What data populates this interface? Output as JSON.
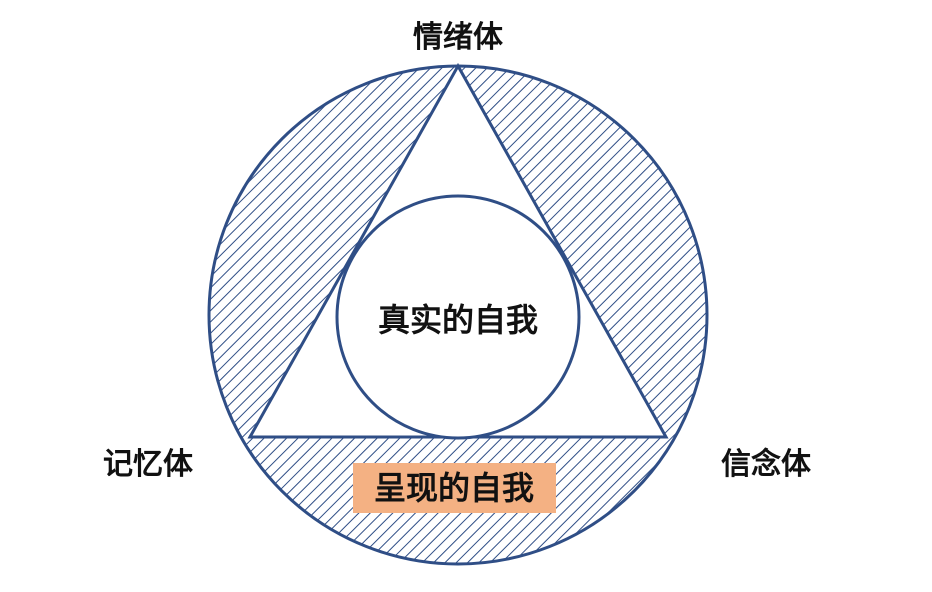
{
  "diagram": {
    "labels": {
      "top": "情绪体",
      "left": "记忆体",
      "right": "信念体",
      "center": "真实的自我",
      "bottom": "呈现的自我"
    },
    "colors": {
      "stroke": "#2f4e86",
      "hatch": "#2f4e86",
      "highlight": "#f4b183",
      "text": "#111111",
      "background": "#ffffff"
    }
  }
}
